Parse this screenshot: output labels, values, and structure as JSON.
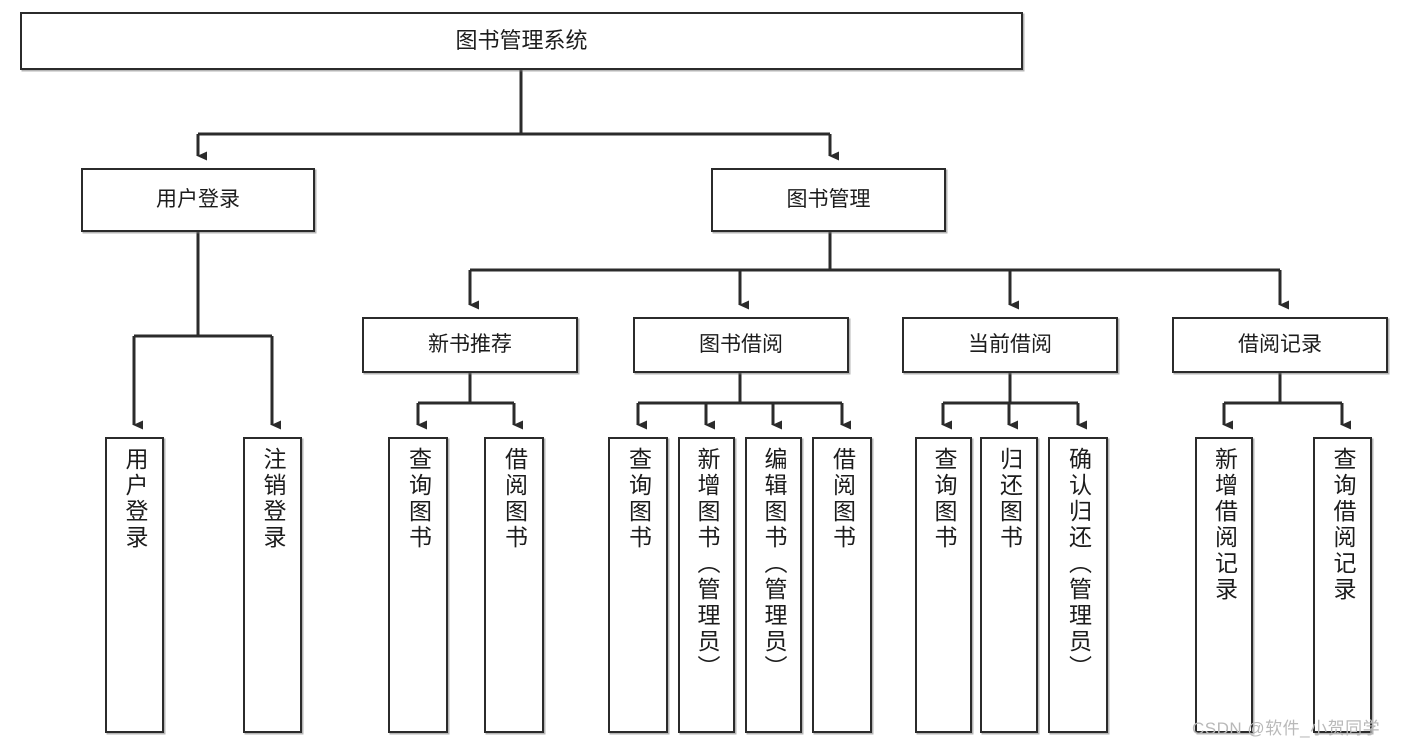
{
  "diagram": {
    "type": "tree-hierarchy",
    "title": "图书管理系统",
    "colors": {
      "box_border": "#2b2b2b",
      "box_fill": "#ffffff",
      "connector": "#2b2b2b",
      "background": "#ffffff",
      "watermark": "#b9b9b9"
    },
    "nodes": {
      "root": {
        "label": "图书管理系统",
        "level": 1,
        "orientation": "horizontal"
      },
      "user_login": {
        "label": "用户登录",
        "level": 2,
        "orientation": "horizontal"
      },
      "book_manage": {
        "label": "图书管理",
        "level": 2,
        "orientation": "horizontal"
      },
      "new_book_rec": {
        "label": "新书推荐",
        "level": 3,
        "orientation": "horizontal"
      },
      "book_borrow": {
        "label": "图书借阅",
        "level": 3,
        "orientation": "horizontal"
      },
      "current_borrow": {
        "label": "当前借阅",
        "level": 3,
        "orientation": "horizontal"
      },
      "borrow_record": {
        "label": "借阅记录",
        "level": 3,
        "orientation": "horizontal"
      },
      "leaf_user_login": {
        "label": "用户登录",
        "level": 4,
        "orientation": "vertical"
      },
      "leaf_logout": {
        "label": "注销登录",
        "level": 4,
        "orientation": "vertical"
      },
      "leaf_query_book_1": {
        "label": "查询图书",
        "level": 4,
        "orientation": "vertical"
      },
      "leaf_borrow_book_1": {
        "label": "借阅图书",
        "level": 4,
        "orientation": "vertical"
      },
      "leaf_query_book_2": {
        "label": "查询图书",
        "level": 4,
        "orientation": "vertical"
      },
      "leaf_add_book": {
        "label": "新增图书（管理员）",
        "level": 4,
        "orientation": "vertical"
      },
      "leaf_edit_book": {
        "label": "编辑图书（管理员）",
        "level": 4,
        "orientation": "vertical"
      },
      "leaf_borrow_book_2": {
        "label": "借阅图书",
        "level": 4,
        "orientation": "vertical"
      },
      "leaf_query_book_3": {
        "label": "查询图书",
        "level": 4,
        "orientation": "vertical"
      },
      "leaf_return_book": {
        "label": "归还图书",
        "level": 4,
        "orientation": "vertical"
      },
      "leaf_confirm_return": {
        "label": "确认归还（管理员）",
        "level": 4,
        "orientation": "vertical"
      },
      "leaf_add_record": {
        "label": "新增借阅记录",
        "level": 4,
        "orientation": "vertical"
      },
      "leaf_query_record": {
        "label": "查询借阅记录",
        "level": 4,
        "orientation": "vertical"
      }
    },
    "edges": [
      {
        "from": "root",
        "to": "user_login"
      },
      {
        "from": "root",
        "to": "book_manage"
      },
      {
        "from": "book_manage",
        "to": "new_book_rec"
      },
      {
        "from": "book_manage",
        "to": "book_borrow"
      },
      {
        "from": "book_manage",
        "to": "current_borrow"
      },
      {
        "from": "book_manage",
        "to": "borrow_record"
      },
      {
        "from": "user_login",
        "to": "leaf_user_login"
      },
      {
        "from": "user_login",
        "to": "leaf_logout"
      },
      {
        "from": "new_book_rec",
        "to": "leaf_query_book_1"
      },
      {
        "from": "new_book_rec",
        "to": "leaf_borrow_book_1"
      },
      {
        "from": "book_borrow",
        "to": "leaf_query_book_2"
      },
      {
        "from": "book_borrow",
        "to": "leaf_add_book"
      },
      {
        "from": "book_borrow",
        "to": "leaf_edit_book"
      },
      {
        "from": "book_borrow",
        "to": "leaf_borrow_book_2"
      },
      {
        "from": "current_borrow",
        "to": "leaf_query_book_3"
      },
      {
        "from": "current_borrow",
        "to": "leaf_return_book"
      },
      {
        "from": "current_borrow",
        "to": "leaf_confirm_return"
      },
      {
        "from": "borrow_record",
        "to": "leaf_add_record"
      },
      {
        "from": "borrow_record",
        "to": "leaf_query_record"
      }
    ]
  },
  "watermark": {
    "text": "CSDN @软件_小贺同学"
  }
}
